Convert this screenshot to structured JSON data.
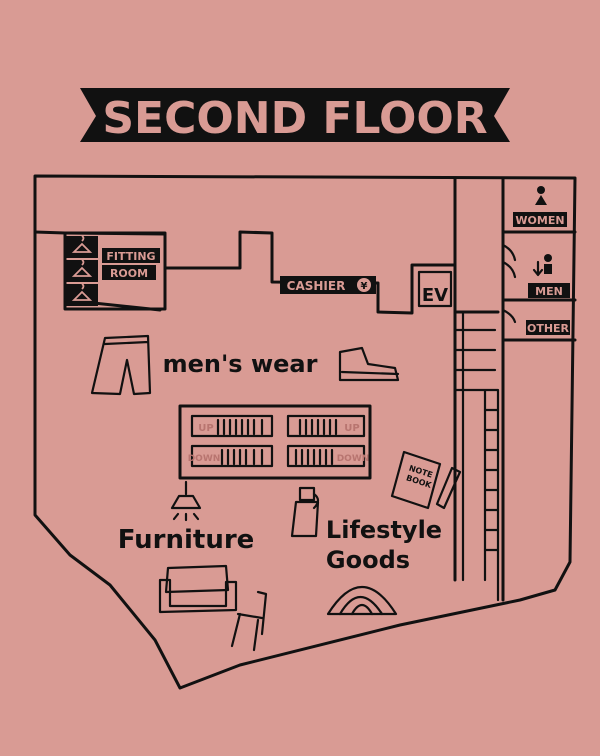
{
  "title": "SECOND FLOOR",
  "rooms": {
    "fitting_room": "FITTING\nROOM",
    "fitting_line1": "FITTING",
    "fitting_line2": "ROOM",
    "cashier": "CASHIER",
    "cashier_symbol": "¥",
    "elevator": "EV",
    "women": "WOMEN",
    "men": "MEN",
    "other": "OTHER"
  },
  "areas": {
    "mens_wear": "men's wear",
    "furniture": "Furniture",
    "lifestyle_line1": "Lifestyle",
    "lifestyle_line2": "Goods"
  },
  "escalator": {
    "up_left": "UP",
    "up_right": "UP",
    "down_left": "DOWN",
    "down_right": "DOWN"
  },
  "props": {
    "notebook_line1": "NOTE",
    "notebook_line2": "BOOK"
  },
  "icons": [
    "hanger-icon",
    "pants-icon",
    "sneaker-icon",
    "lamp-icon",
    "sofa-icon",
    "chair-icon",
    "thermos-bottle-icon",
    "notebook-icon",
    "pen-icon",
    "tent-icon",
    "women-restroom-icon",
    "men-restroom-icon",
    "stairs-icon",
    "escalator-icon"
  ],
  "colors": {
    "background": "#d99b94",
    "ink": "#111111"
  }
}
